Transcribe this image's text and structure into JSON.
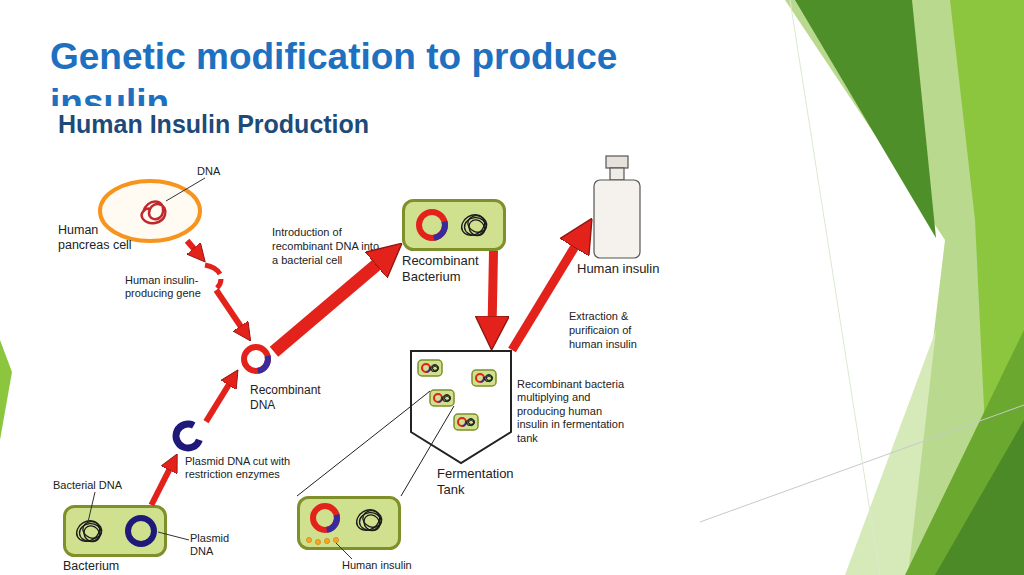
{
  "diagram": {
    "title": "Genetic modification to produce insulin",
    "nodes": [
      {
        "text": [
          "DNA",
          "Human pancreas cell"
        ]
      },
      {
        "text": [
          "Human insulin-producing gene"
        ]
      },
      {
        "text": [
          "Recombinant DNA"
        ]
      },
      {
        "text": [
          "Plasmid DNA cut with restriction enzymes"
        ]
      },
      {
        "text": [
          "Bacterial DNA",
          "Plasmid DNA",
          "Bacterium"
        ]
      },
      {
        "text": [
          "Recombinant Bacterium"
        ]
      },
      {
        "text": [
          "Recombinant bacteria multiplying and producing human insulin in fermentation tank",
          "Fermentation Tank"
        ]
      },
      {
        "text": [
          "Human insulin"
        ]
      },
      {
        "text": [
          "Human insulin"
        ]
      }
    ],
    "edges": [
      {
        "from": 0,
        "to": 1,
        "arrow": "to"
      },
      {
        "from": 1,
        "to": 2,
        "arrow": "to"
      },
      {
        "from": 4,
        "to": 3,
        "arrow": "to"
      },
      {
        "from": 3,
        "to": 2,
        "arrow": "to"
      },
      {
        "from": 2,
        "to": 5,
        "label": "Introduction of recombinant DNA into a bacterial cell",
        "arrow": "to"
      },
      {
        "from": 5,
        "to": 6,
        "arrow": "to"
      },
      {
        "from": 6,
        "to": 7,
        "label": "Extraction & purificaion of human insulin",
        "arrow": "to"
      },
      {
        "from": 6,
        "to": 8,
        "arrow": "none"
      }
    ],
    "labels": [
      "Human Insulin Production"
    ]
  }
}
